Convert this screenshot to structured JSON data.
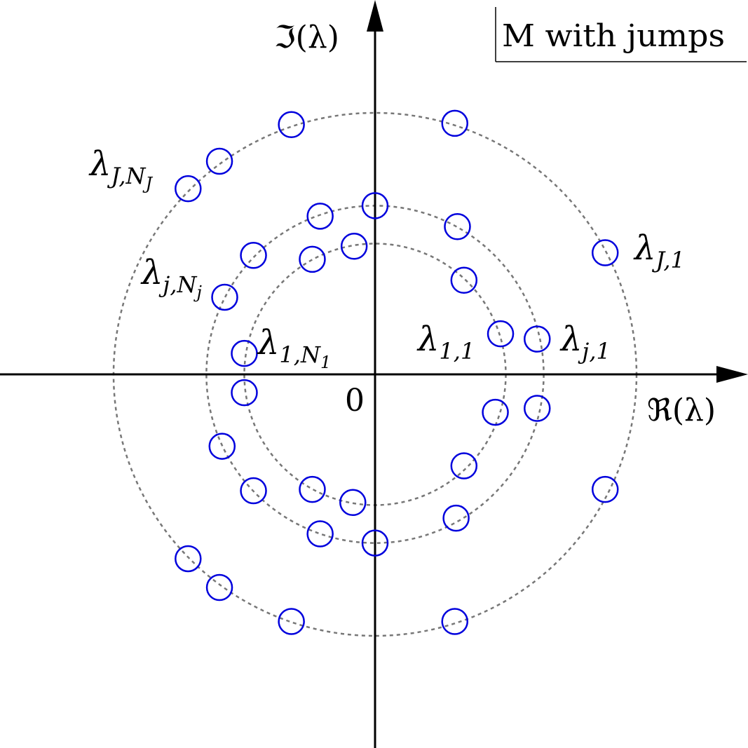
{
  "title": "M with jumps",
  "axes": {
    "real_label": "ℜ(λ)",
    "imag_label": "ℑ(λ)",
    "origin_label": "0"
  },
  "labels": {
    "lJ1": {
      "main": "λ",
      "sub": "J,1"
    },
    "lj1": {
      "main": "λ",
      "sub": "j,1"
    },
    "l11": {
      "main": "λ",
      "sub": "1,1"
    },
    "lJN": {
      "main": "λ",
      "sub": "J,N",
      "subsub": "J"
    },
    "ljN": {
      "main": "λ",
      "sub": "j,N",
      "subsub": "j"
    },
    "l1N": {
      "main": "λ",
      "sub": "1,N",
      "subsub": "1"
    }
  },
  "colors": {
    "eigen_circle": "#0000dd",
    "orbit": "#777777",
    "axis": "#000000"
  },
  "chart_data": {
    "type": "scatter",
    "axis_range": {
      "re": [
        -1.0,
        1.0
      ],
      "im": [
        -1.0,
        1.0
      ]
    },
    "orbits": [
      {
        "name": "1",
        "radius": 0.5
      },
      {
        "name": "j",
        "radius": 0.645
      },
      {
        "name": "J",
        "radius": 1.0
      }
    ],
    "eigenvalues": [
      {
        "orbit": 0,
        "re": 0.48,
        "im": 0.155
      },
      {
        "orbit": 0,
        "re": -0.08,
        "im": 0.49
      },
      {
        "orbit": 0,
        "re": -0.24,
        "im": 0.44
      },
      {
        "orbit": 0,
        "re": -0.5,
        "im": 0.08
      },
      {
        "orbit": 0,
        "re": -0.5,
        "im": -0.07
      },
      {
        "orbit": 0,
        "re": -0.24,
        "im": -0.44
      },
      {
        "orbit": 0,
        "re": -0.085,
        "im": -0.49
      },
      {
        "orbit": 0,
        "re": 0.34,
        "im": -0.35
      },
      {
        "orbit": 0,
        "re": 0.46,
        "im": -0.145
      },
      {
        "orbit": 0,
        "re": 0.34,
        "im": 0.36
      },
      {
        "orbit": 1,
        "re": 0.62,
        "im": 0.135
      },
      {
        "orbit": 1,
        "re": 0.0,
        "im": 0.645
      },
      {
        "orbit": 1,
        "re": -0.21,
        "im": 0.605
      },
      {
        "orbit": 1,
        "re": -0.465,
        "im": 0.455
      },
      {
        "orbit": 1,
        "re": -0.575,
        "im": 0.295
      },
      {
        "orbit": 1,
        "re": -0.585,
        "im": -0.275
      },
      {
        "orbit": 1,
        "re": -0.465,
        "im": -0.445
      },
      {
        "orbit": 1,
        "re": -0.21,
        "im": -0.61
      },
      {
        "orbit": 1,
        "re": 0.0,
        "im": -0.645
      },
      {
        "orbit": 1,
        "re": 0.31,
        "im": -0.55
      },
      {
        "orbit": 1,
        "re": 0.62,
        "im": -0.13
      },
      {
        "orbit": 1,
        "re": 0.315,
        "im": 0.565
      },
      {
        "orbit": 2,
        "re": 0.88,
        "im": 0.465
      },
      {
        "orbit": 2,
        "re": 0.305,
        "im": 0.96
      },
      {
        "orbit": 2,
        "re": -0.32,
        "im": 0.955
      },
      {
        "orbit": 2,
        "re": -0.595,
        "im": 0.815
      },
      {
        "orbit": 2,
        "re": -0.715,
        "im": 0.71
      },
      {
        "orbit": 2,
        "re": -0.715,
        "im": -0.705
      },
      {
        "orbit": 2,
        "re": -0.595,
        "im": -0.815
      },
      {
        "orbit": 2,
        "re": -0.32,
        "im": -0.945
      },
      {
        "orbit": 2,
        "re": 0.305,
        "im": -0.945
      },
      {
        "orbit": 2,
        "re": 0.88,
        "im": -0.44
      }
    ]
  }
}
